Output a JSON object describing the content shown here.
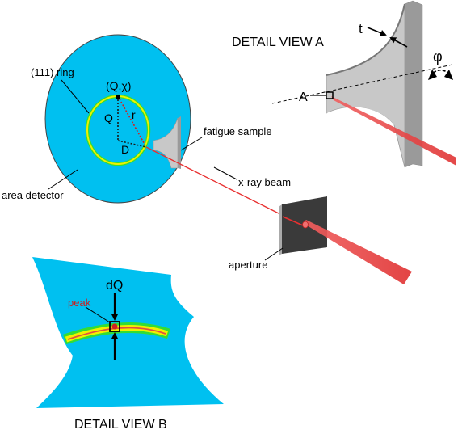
{
  "labels": {
    "detail_view_a": "DETAIL VIEW A",
    "detail_view_b": "DETAIL VIEW B",
    "thickness": "t",
    "phi": "φ",
    "point_a": "A",
    "ring_111": "(111) ring",
    "q_chi": "(Q,χ)",
    "q": "Q",
    "r": "r",
    "d": "D",
    "fatigue_sample": "fatigue sample",
    "xray_beam": "x-ray beam",
    "area_detector": "area detector",
    "aperture": "aperture",
    "dq": "dQ",
    "peak": "peak"
  },
  "colors": {
    "detector_blue": "#00c0f0",
    "ring_yellow": "#f0f000",
    "ring_green": "#33dd33",
    "peak_red": "#e03030",
    "beam_red": "#e84848",
    "sample_gray": "#c4c4c4",
    "aperture_dark": "#3a3a3a"
  }
}
